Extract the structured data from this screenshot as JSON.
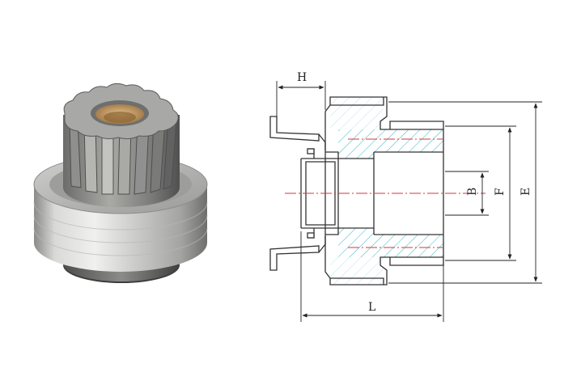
{
  "product_photo": {
    "subject": "starter-drive-pinion",
    "colors": {
      "metal_light": "#d6d6d4",
      "metal_mid": "#a7a7a5",
      "metal_dark": "#5f5f5f",
      "bronze": "#b58a55"
    }
  },
  "drawing": {
    "dimension_labels": {
      "H": "H",
      "B": "B",
      "F": "F",
      "E": "E",
      "L": "L"
    },
    "colors": {
      "outline": "#333333",
      "hatch": "#35b6c9",
      "centerline": "#d23a3a"
    }
  }
}
